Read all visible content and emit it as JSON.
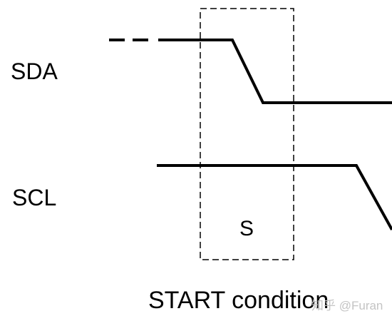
{
  "labels": {
    "sda": "SDA",
    "scl": "SCL",
    "start_marker": "S",
    "caption": "START condition"
  },
  "watermark": "知乎 @Furan",
  "colors": {
    "line": "#000000",
    "watermark": "#c4c4c4"
  }
}
